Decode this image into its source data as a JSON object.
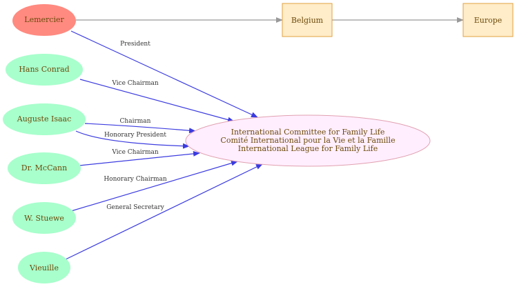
{
  "colors": {
    "person_fill": "#a8ffcc",
    "lemercier_fill": "#ff8a80",
    "place_fill": "#ffecc8",
    "place_stroke": "#e0a040",
    "org_fill": "#ffeefe",
    "org_stroke": "#e0a0b0",
    "edge_blue": "#3b3be0",
    "edge_gray": "#999999",
    "text": "#6b4a0a"
  },
  "nodes": {
    "lemercier": "Lemercier",
    "hans_conrad": "Hans Conrad",
    "auguste_isaac": "Auguste Isaac",
    "dr_mccann": "Dr. McCann",
    "w_stuewe": "W. Stuewe",
    "vieuille": "Vieuille",
    "belgium": "Belgium",
    "europe": "Europe",
    "org": {
      "line1": "International Committee for Family Life",
      "line2": "Comité International pour la Vie et la Famille",
      "line3": "International League for Family Life"
    }
  },
  "edges": {
    "lemercier_org": "President",
    "hans_org": "Vice Chairman",
    "auguste_org_1": "Chairman",
    "auguste_org_2": "Honorary President",
    "mccann_org": "Vice Chairman",
    "stuewe_org": "Honorary Chairman",
    "vieuille_org": "General Secretary"
  }
}
